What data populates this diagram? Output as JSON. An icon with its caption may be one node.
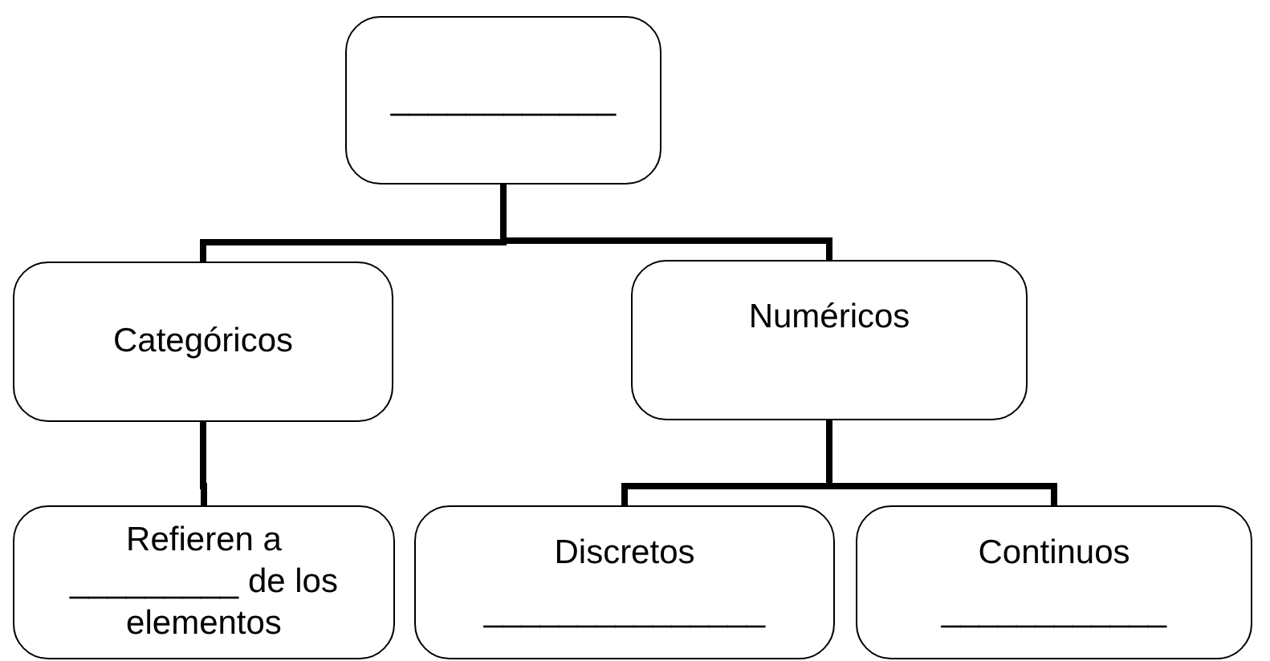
{
  "diagram": {
    "nodes": [
      {
        "text": [
          "____________"
        ]
      },
      {
        "text": [
          "Categóricos"
        ]
      },
      {
        "text": [
          "Numéricos"
        ]
      },
      {
        "text": [
          "Refieren a _________ de los elementos"
        ]
      },
      {
        "text": [
          "Discretos",
          "_______________"
        ]
      },
      {
        "text": [
          "Continuos",
          "____________"
        ]
      }
    ],
    "edges": [
      {
        "from": 0,
        "to": 1,
        "arrow": "none"
      },
      {
        "from": 0,
        "to": 2,
        "arrow": "none"
      },
      {
        "from": 1,
        "to": 3,
        "arrow": "none"
      },
      {
        "from": 2,
        "to": 4,
        "arrow": "none"
      },
      {
        "from": 2,
        "to": 5,
        "arrow": "none"
      }
    ]
  }
}
